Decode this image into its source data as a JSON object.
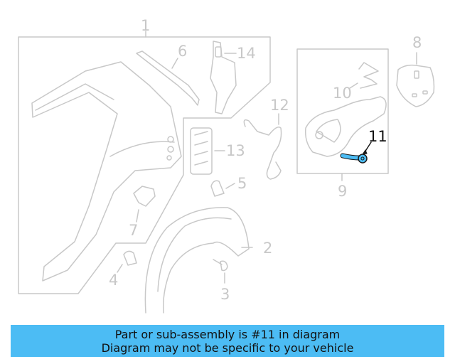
{
  "diagram": {
    "highlighted_part": "11",
    "highlight_color": "#4cbcf4",
    "line_color": "#c8c8c8",
    "callouts": [
      {
        "id": "1",
        "label": "1"
      },
      {
        "id": "2",
        "label": "2"
      },
      {
        "id": "3",
        "label": "3"
      },
      {
        "id": "4",
        "label": "4"
      },
      {
        "id": "5",
        "label": "5"
      },
      {
        "id": "6",
        "label": "6"
      },
      {
        "id": "7",
        "label": "7"
      },
      {
        "id": "8",
        "label": "8"
      },
      {
        "id": "9",
        "label": "9"
      },
      {
        "id": "10",
        "label": "10"
      },
      {
        "id": "11",
        "label": "11"
      },
      {
        "id": "12",
        "label": "12"
      },
      {
        "id": "13",
        "label": "13"
      },
      {
        "id": "14",
        "label": "14"
      }
    ]
  },
  "banner": {
    "line1": "Part or sub-assembly is #11 in diagram",
    "line2": "Diagram may not be specific to your vehicle",
    "background": "#4cbcf4"
  }
}
